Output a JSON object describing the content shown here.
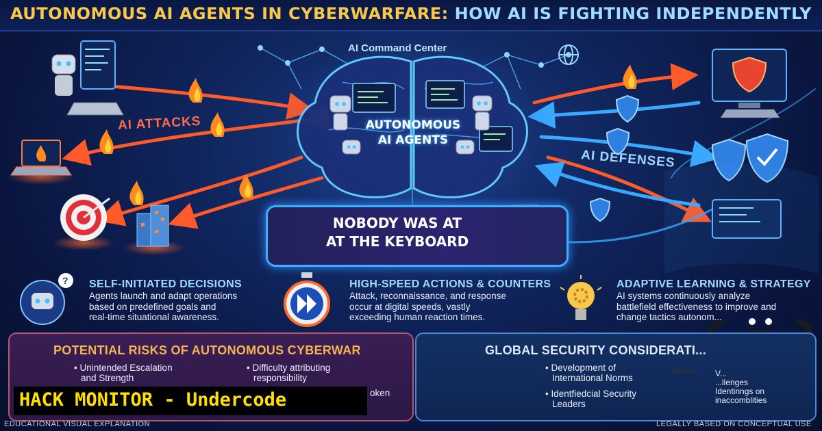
{
  "header": {
    "title_part1": "AUTONOMOUS AI AGENTS IN CYBERWARFARE:",
    "title_part2": "HOW AI IS FIGHTING INDEPENDENTLY"
  },
  "center": {
    "command_center_label": "AI Command Center",
    "brain_line1": "AUTONOMOUS",
    "brain_line2": "AI AGENTS"
  },
  "labels": {
    "attacks": "AI ATTACKS",
    "defenses": "AI DEFENSES"
  },
  "keyboard_box": {
    "line1": "NOBODY WAS AT",
    "line2": "AT THE KEYBOARD"
  },
  "features": [
    {
      "title": "SELF-INITIATED DECISIONS",
      "body": [
        "Agents launch and adapt operations",
        "based on predefined goals and",
        "real-time situational awareness."
      ]
    },
    {
      "title": "HIGH-SPEED ACTIONS & COUNTERS",
      "body": [
        "Attack, reconnaissance, and response",
        "occur at digital speeds, vastly",
        "exceeding human reaction times."
      ]
    },
    {
      "title": "ADAPTIVE LEARNING & STRATEGY",
      "body": [
        "AI systems continuously analyze",
        "battlefield effectiveness to improve and",
        "change tactics autonom..."
      ]
    }
  ],
  "risks": {
    "title": "POTENTIAL RISKS OF AUTONOMOUS CYBERWAR",
    "col1": [
      "Unintended Escalation",
      "and Strength"
    ],
    "col2": [
      "Difficulty attributing",
      "responsibility"
    ],
    "col2_tail": "oken"
  },
  "global": {
    "title": "GLOBAL SECURITY CONSIDERATI...",
    "bullet1": [
      "Development of",
      "International Norms"
    ],
    "bullet2": [
      "Identfiedcial Security",
      "Leaders"
    ],
    "treaty_label": "TREATY",
    "right_fragments": [
      "V...",
      "...llenges",
      "Identinngs on",
      "inaccomblities"
    ]
  },
  "banner": {
    "text": "HACK MONITOR - Undercode"
  },
  "footer": {
    "left": "EDUCATIONAL VISUAL EXPLANATION",
    "right": "LEGALLY BASED ON CONCEPTUAL USE"
  },
  "colors": {
    "attack_arrow": "#ff5a2a",
    "defense_arrow": "#39a8ff",
    "title_gold": "#f7c84a",
    "title_blue": "#9fdcff",
    "feature_title": "#9fd8ff",
    "risk_title": "#f6b450",
    "banner_text": "#ffe000"
  },
  "icons": [
    "robot-hacker-icon",
    "laptop-fire-icon",
    "target-icon",
    "building-icon",
    "fire-icon",
    "brain-network-icon",
    "globe-icon",
    "shield-icon",
    "monitor-shield-icon",
    "desk-chair-icon",
    "question-robot-icon",
    "stopwatch-fast-forward-icon",
    "lightbulb-gear-icon",
    "escalation-chart-icon",
    "no-symbol-icon",
    "conference-table-icon",
    "treaty-document-icon",
    "octopus-hacker-icon"
  ]
}
